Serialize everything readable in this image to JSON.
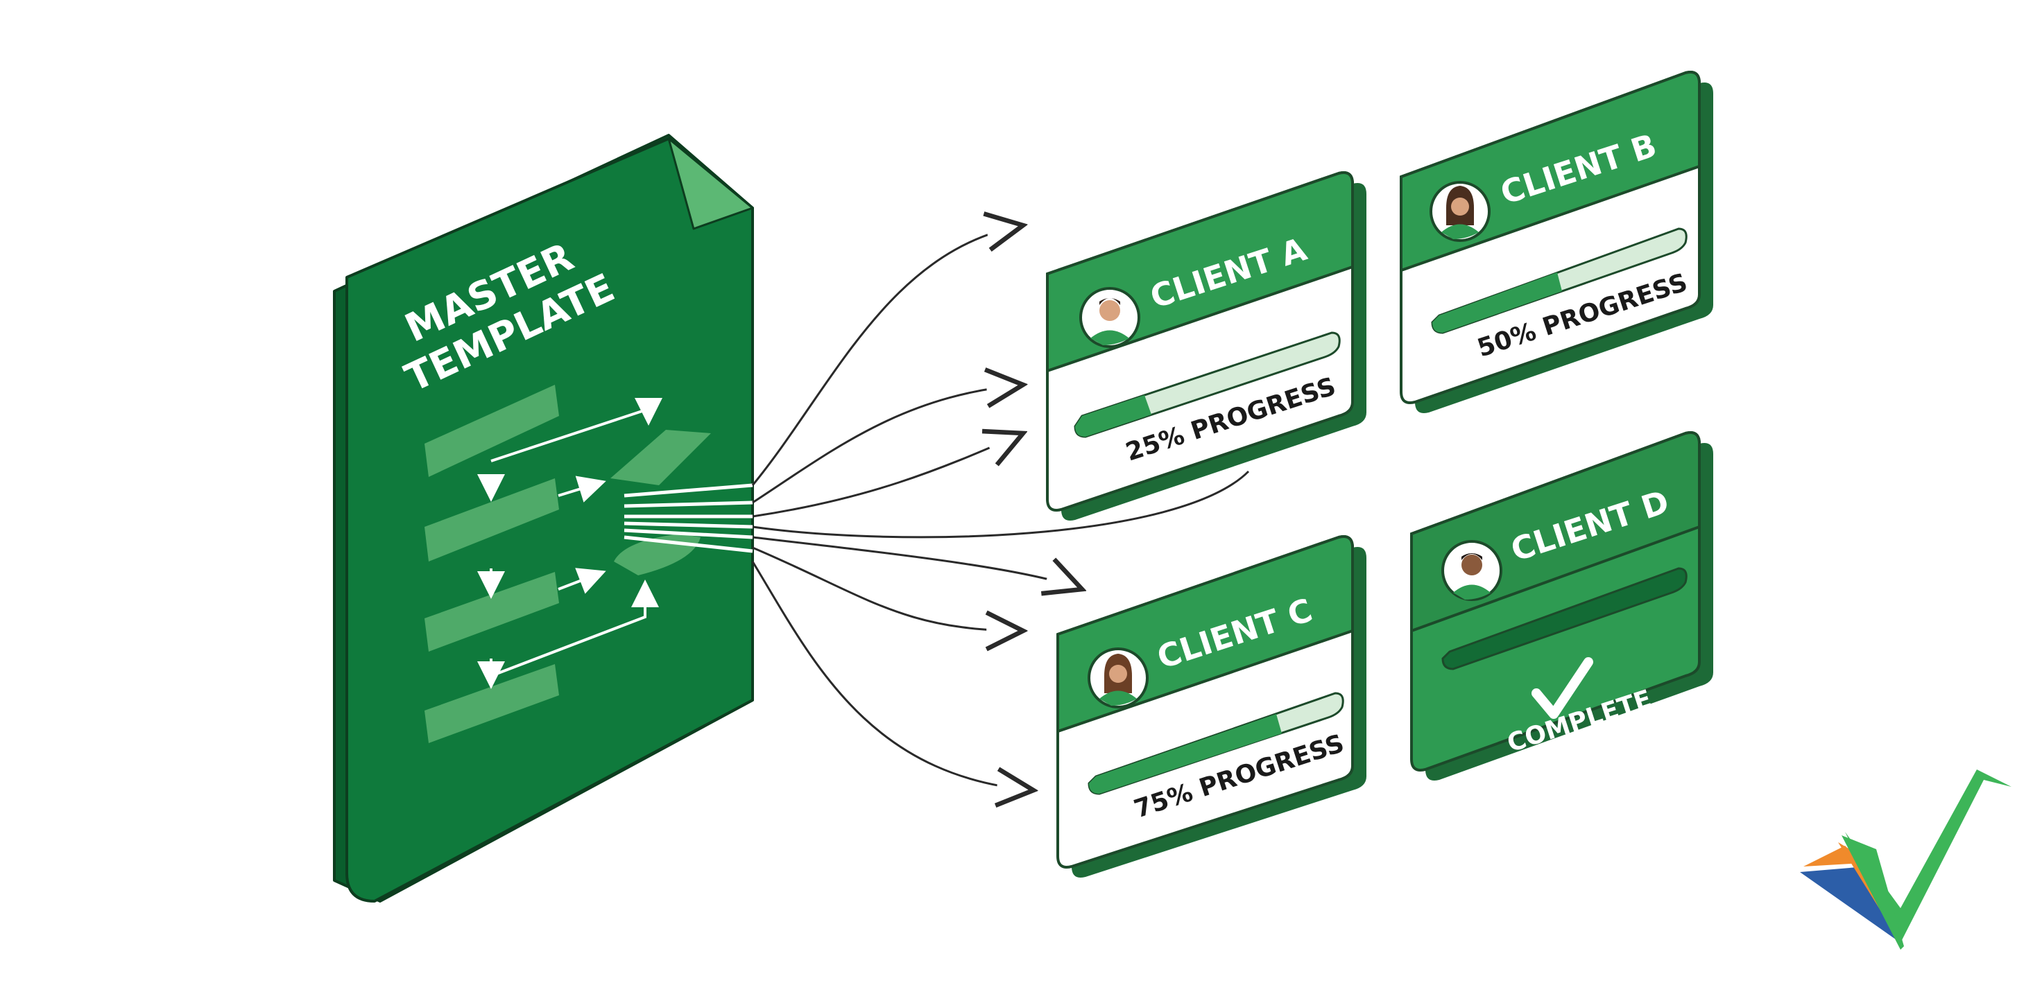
{
  "master": {
    "title_line1": "MASTER",
    "title_line2": "TEMPLATE"
  },
  "clients": [
    {
      "name": "CLIENT A",
      "progress_label": "25% PROGRESS",
      "progress": 0.25,
      "avatar": "man-avatar"
    },
    {
      "name": "CLIENT B",
      "progress_label": "50% PROGRESS",
      "progress": 0.5,
      "avatar": "woman-avatar"
    },
    {
      "name": "CLIENT C",
      "progress_label": "75% PROGRESS",
      "progress": 0.75,
      "avatar": "woman-avatar"
    },
    {
      "name": "CLIENT D",
      "status_label": "COMPLETE",
      "progress": 1.0,
      "avatar": "man-avatar"
    }
  ],
  "colors": {
    "dark_green": "#0f7a3c",
    "mid_green": "#2e9b52",
    "light_green": "#5cb874",
    "pale_green": "#d7ecd9",
    "outline": "#1c4a2a",
    "logo_orange": "#f08a2b",
    "logo_blue": "#2c5ea8",
    "logo_green": "#3db558"
  },
  "logo": {
    "icon": "checkmark-logo-icon"
  }
}
